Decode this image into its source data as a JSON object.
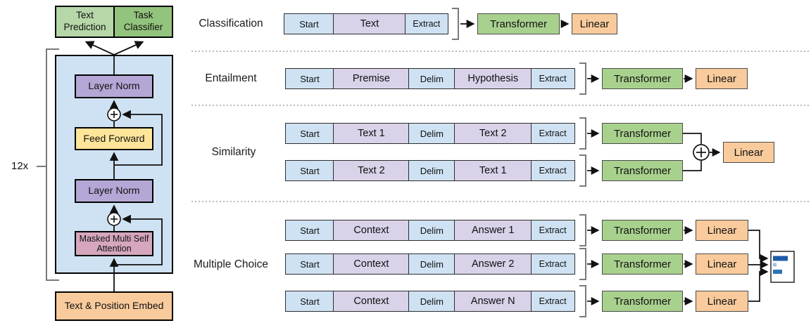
{
  "left": {
    "repeat": "12x",
    "text_prediction": "Text Prediction",
    "task_classifier": "Task Classifier",
    "layer_norm_top": "Layer Norm",
    "feed_forward": "Feed Forward",
    "layer_norm_bottom": "Layer Norm",
    "masked_attention": "Masked Multi Self Attention",
    "embed": "Text & Position Embed"
  },
  "sections": [
    {
      "label": "Classification",
      "rows": [
        {
          "tokens": [
            "Start",
            "Text",
            "Extract"
          ],
          "transformer": "Transformer",
          "linear": "Linear"
        }
      ]
    },
    {
      "label": "Entailment",
      "rows": [
        {
          "tokens": [
            "Start",
            "Premise",
            "Delim",
            "Hypothesis",
            "Extract"
          ],
          "transformer": "Transformer",
          "linear": "Linear"
        }
      ]
    },
    {
      "label": "Similarity",
      "rows": [
        {
          "tokens": [
            "Start",
            "Text 1",
            "Delim",
            "Text 2",
            "Extract"
          ],
          "transformer": "Transformer"
        },
        {
          "tokens": [
            "Start",
            "Text 2",
            "Delim",
            "Text 1",
            "Extract"
          ],
          "transformer": "Transformer"
        }
      ],
      "linear": "Linear"
    },
    {
      "label": "Multiple Choice",
      "rows": [
        {
          "tokens": [
            "Start",
            "Context",
            "Delim",
            "Answer 1",
            "Extract"
          ],
          "transformer": "Transformer",
          "linear": "Linear"
        },
        {
          "tokens": [
            "Start",
            "Context",
            "Delim",
            "Answer 2",
            "Extract"
          ],
          "transformer": "Transformer",
          "linear": "Linear"
        },
        {
          "tokens": [
            "Start",
            "Context",
            "Delim",
            "Answer N",
            "Extract"
          ],
          "transformer": "Transformer",
          "linear": "Linear"
        }
      ]
    }
  ],
  "icons": {
    "add_icon": "plus-in-circle",
    "answer_chart_icon": "horizontal-bar-chart"
  },
  "colors": {
    "token_blue": "#cfe2f3",
    "token_purple": "#d9d2e9",
    "transformer_green": "#a9d18e",
    "linear_orange": "#f9cb9c",
    "text_prediction_green": "#b6d7a8",
    "task_classifier_green": "#93c47d",
    "layer_norm_purple": "#b4a7d6",
    "feed_forward_yellow": "#ffe599",
    "attention_pink": "#d5a6bd",
    "embed_orange": "#f9cb9c",
    "decoder_block_blue": "#cfe2f3",
    "bar_dark_blue": "#1f5aa8",
    "bar_light_blue": "#9dc3e6",
    "bar_mid_blue": "#2e75b6"
  }
}
